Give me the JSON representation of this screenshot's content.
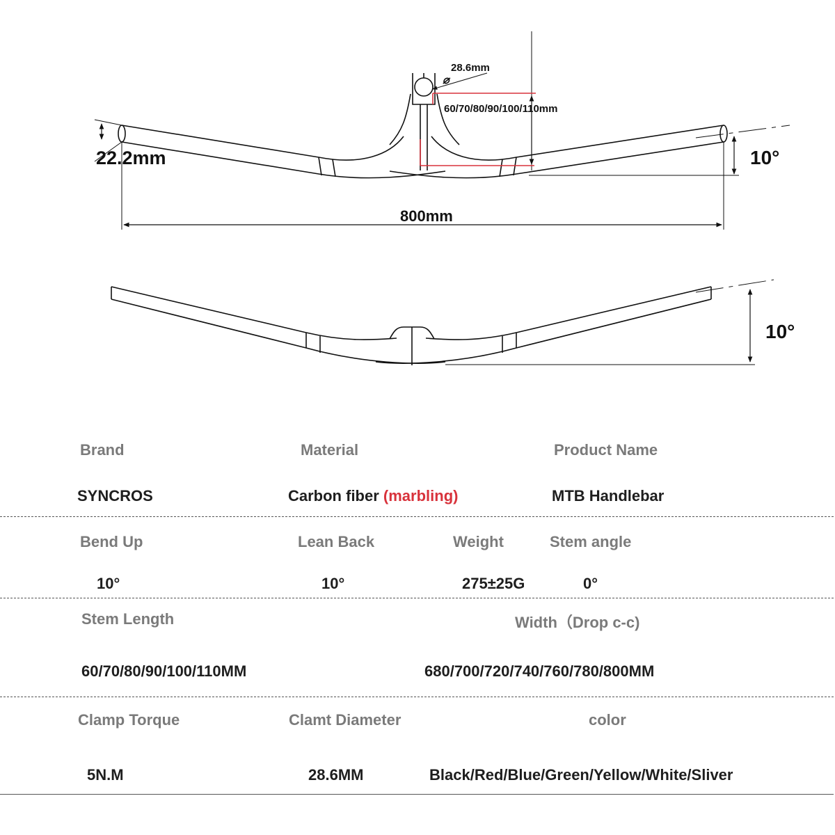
{
  "diagram": {
    "clamp_diameter": "28.6mm",
    "stem_lengths": "60/70/80/90/100/110mm",
    "bar_diameter": "22.2mm",
    "width": "800mm",
    "bend_front": "10°",
    "bend_top": "10°"
  },
  "specs": {
    "row1": {
      "brand_label": "Brand",
      "brand_value": "SYNCROS",
      "material_label": "Material",
      "material_value": "Carbon fiber",
      "material_note": "(marbling)",
      "product_label": "Product Name",
      "product_value": "MTB Handlebar"
    },
    "row2": {
      "bend_label": "Bend Up",
      "bend_value": "10°",
      "lean_label": "Lean Back",
      "lean_value": "10°",
      "weight_label": "Weight",
      "weight_value": "275±25G",
      "stem_angle_label": "Stem angle",
      "stem_angle_value": "0°"
    },
    "row3": {
      "stem_length_label": "Stem  Length",
      "stem_length_value": "60/70/80/90/100/110MM",
      "width_label": "Width（Drop c-c)",
      "width_value": "680/700/720/740/760/780/800MM"
    },
    "row4": {
      "torque_label": "Clamp Torque",
      "torque_value": "5N.M",
      "diameter_label": "Clamt Diameter",
      "diameter_value": "28.6MM",
      "color_label": "color",
      "color_value": "Black/Red/Blue/Green/Yellow/White/Sliver"
    }
  },
  "colors": {
    "accent": "#d8323b",
    "line": "#111111",
    "label": "#7a7a7a"
  }
}
